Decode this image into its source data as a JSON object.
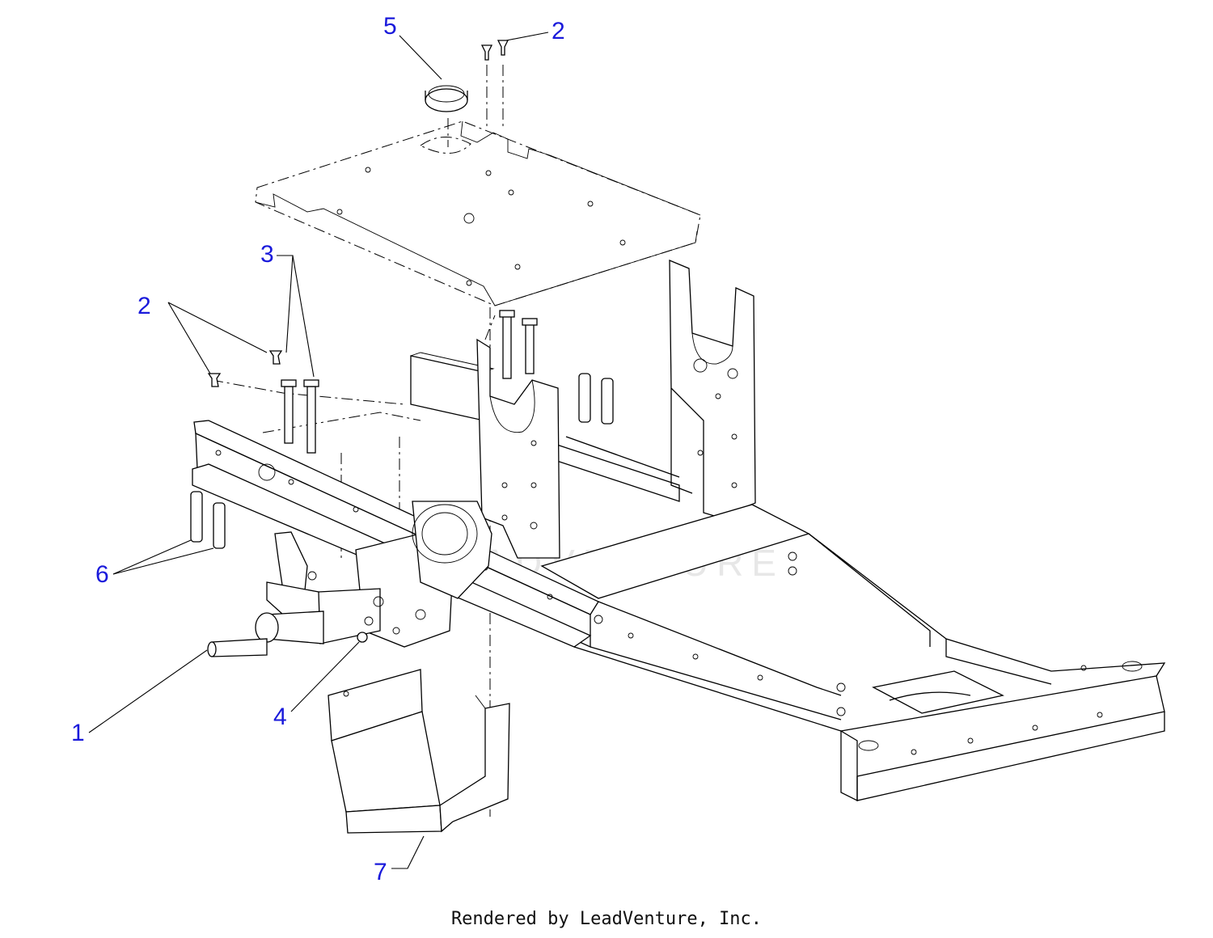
{
  "callouts": {
    "c5": "5",
    "c2_top": "2",
    "c3": "3",
    "c2_left": "2",
    "c6": "6",
    "c1": "1",
    "c4": "4",
    "c7": "7"
  },
  "watermark": "LEADVENTURE",
  "footer": "Rendered by LeadVenture, Inc.",
  "colors": {
    "callout": "#1a1adb",
    "line": "#000000"
  }
}
